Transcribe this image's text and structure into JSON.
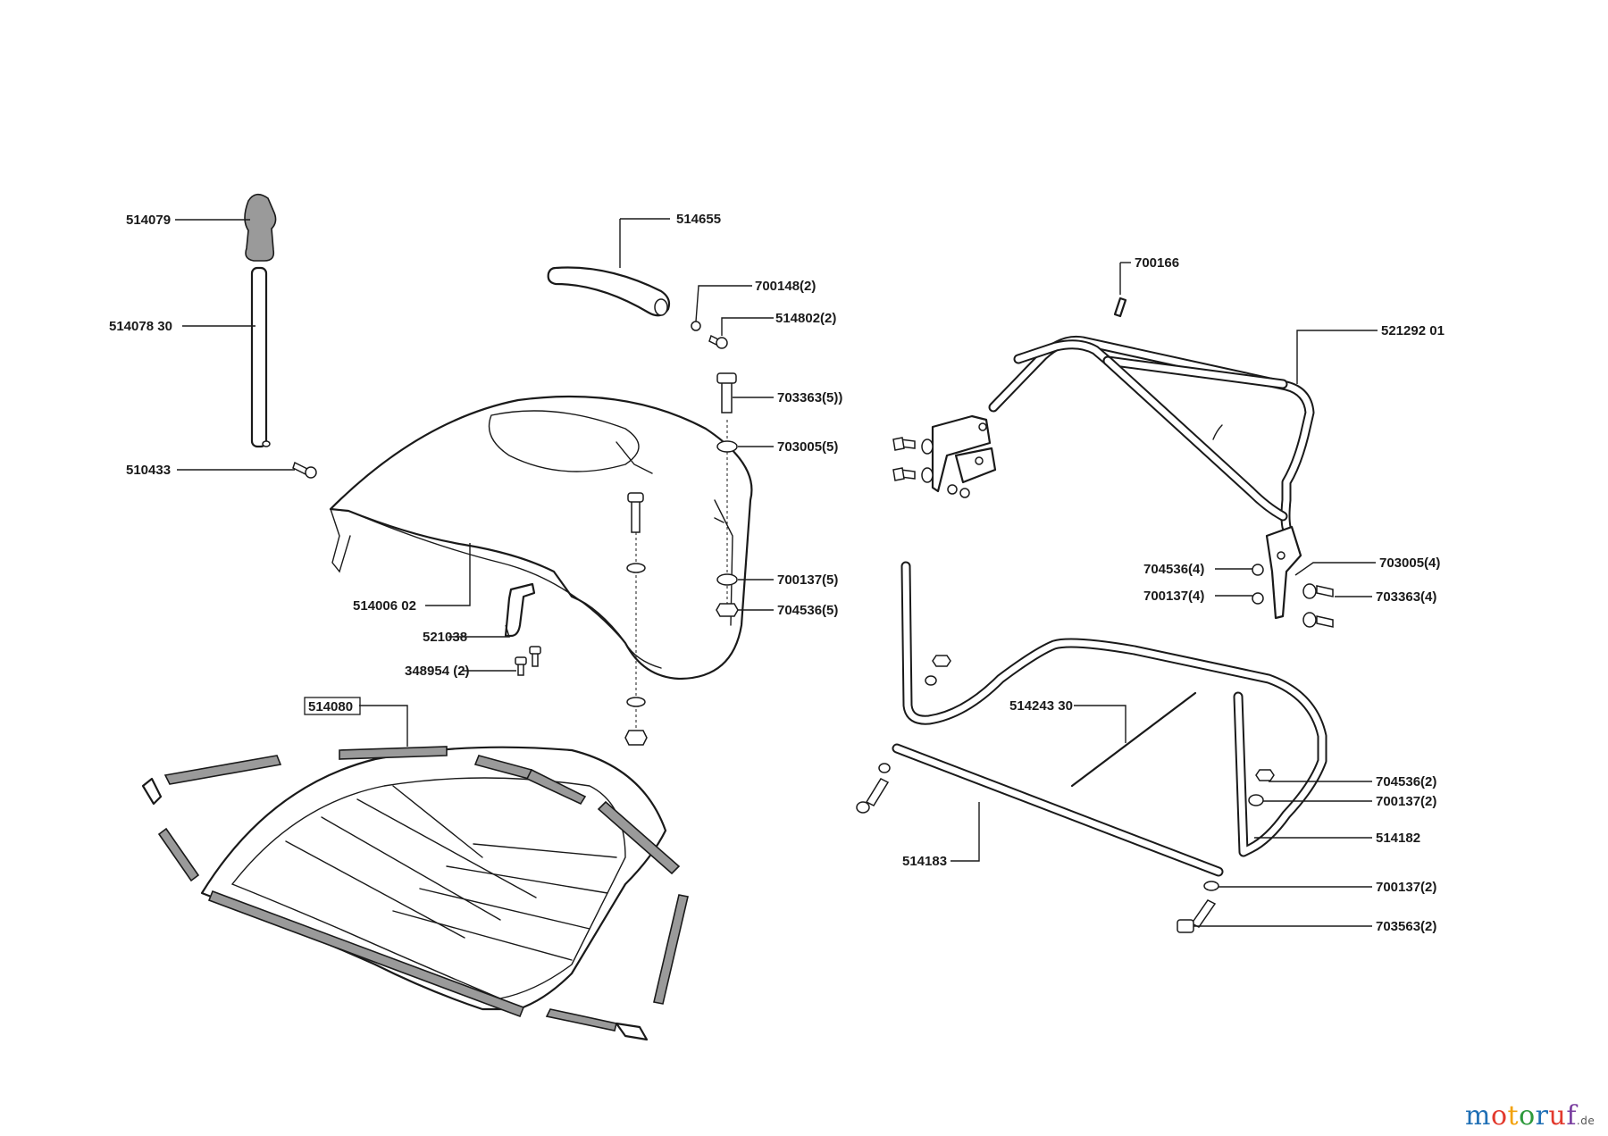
{
  "parts": {
    "p514079": "514079",
    "p514078": "514078 30",
    "p510433": "510433",
    "p514655": "514655",
    "p700148": "700148(2)",
    "p514802": "514802(2)",
    "p703363a": "703363(5))",
    "p703005a": "703005(5)",
    "p700137a": "700137(5)",
    "p704536a": "704536(5)",
    "p514006": "514006 02",
    "p521038": "521038",
    "p348954": "348954 (2)",
    "p514080": "514080",
    "p700166": "700166",
    "p521292": "521292 01",
    "p704536b": "704536(4)",
    "p700137b": "700137(4)",
    "p703005b": "703005(4)",
    "p703363b": "703363(4)",
    "p514243": "514243 30",
    "p704536c": "704536(2)",
    "p700137c": "700137(2)",
    "p514182": "514182",
    "p514183": "514183",
    "p700137d": "700137(2)",
    "p703563": "703563(2)"
  },
  "watermark": {
    "brand": "motoruf",
    "suffix": ".de"
  }
}
